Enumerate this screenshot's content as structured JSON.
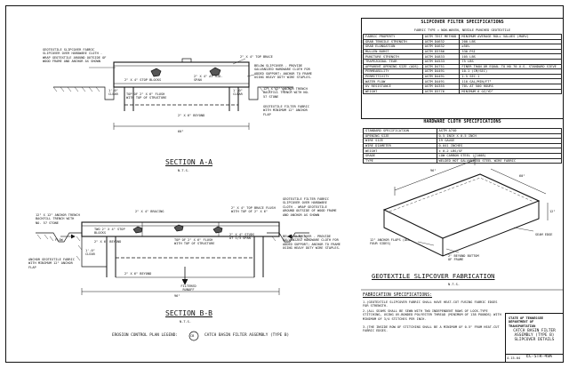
{
  "filter_specs": {
    "title": "SLIPCOVER FILTER SPECIFICATIONS",
    "subtitle": "FABRIC TYPE = NON-WOVEN, NEEDLE PUNCHED GEOTEXTILE",
    "columns": [
      "FABRIC PROPERTY",
      "ASTM TEST METHOD",
      "MINIMUM AVERAGE ROLL VALUES (MARV)"
    ],
    "rows": [
      [
        "GRAB TENSILE STRENGTH",
        "ASTM D4632",
        "200 LBS"
      ],
      [
        "GRAB ELONGATION",
        "ASTM D4632",
        "≥50%"
      ],
      [
        "MULLEN BURST",
        "ASTM D3786",
        "330 PSI"
      ],
      [
        "PUNCTURE STRENGTH",
        "ASTM D4833",
        "105 LBS"
      ],
      [
        "TRAPEZOIDAL TEAR",
        "ASTM D4533",
        "75 LBS"
      ],
      [
        "APPARENT OPENING SIZE (AOS)",
        "ASTM D4751",
        "FINER THAN OR EQUAL TO NO 70 U.S. STANDARD SIEVE"
      ],
      [
        "PERMEABILITY",
        "ASTM D4491",
        "10-1 (CM/SEC)"
      ],
      [
        "PERMITTIVITY",
        "ASTM D4491",
        "1.5 SEC-1"
      ],
      [
        "WATER FLOW",
        "ASTM D4491",
        "110 GAL/MIN/FT²"
      ],
      [
        "UV RESISTANCE",
        "ASTM D4355",
        "70% AT 500 HOURS"
      ],
      [
        "WEIGHT",
        "ASTM D3776",
        "MINIMUM 6 OZ/YD²"
      ]
    ]
  },
  "hardware_specs": {
    "title": "HARDWARE CLOTH SPECIFICATIONS",
    "rows": [
      [
        "STANDARD SPECIFICATION",
        "ASTM A740"
      ],
      [
        "OPENING SIZE",
        "0.5 INCH X 0.5 INCH"
      ],
      [
        "WIRE SIZE",
        "19 GAUGE"
      ],
      [
        "WIRE DIAMETER",
        "0.041 INCHES"
      ],
      [
        "WEIGHT",
        "± 0.2 LBS/SF"
      ],
      [
        "GRADE",
        "LOW CARBON STEEL (C1008)"
      ],
      [
        "TYPE",
        "WELDED HOT GALVANIZED STEEL WIRE FABRIC"
      ]
    ]
  },
  "section_a": {
    "title": "SECTION A-A",
    "scale": "N.T.S.",
    "labels": {
      "geotextile": "GEOTEXTILE SLIPCOVER FABRIC SLIPCOVER OVER HARDWARE CLOTH - WRAP GEOTEXTILE AROUND OUTSIDE OF WOOD FRAME AND ANCHOR AS SHOWN",
      "top_brace": "2\" X 4\" TOP BRACE",
      "stop_blocks": "2\" X 4\" STOP BLOCKS",
      "midspan": "2\" X 4\" AT MID-SPAN",
      "below_slipcover": "BELOW SLIPCOVER - PROVIDE GALVANIZED HARDWARE CLOTH FOR ADDED SUPPORT; ANCHOR TO FRAME USING HEAVY DUTY WIRE STAPLES.",
      "clear_left": "1'-0\" CLEAR",
      "clear_right": "1'-0\" CLEAR",
      "flush": "TOP OF 2\" X 6\" FLUSH WITH TOP OF STRUCTURE",
      "anchor_trench": "12\" X 12\" ANCHOR TRENCH BACKFILL TRENCH WITH NO. 57 STONE",
      "filter_fabric": "GEOTEXTILE FILTER FABRIC WITH MINIMUM 12\" ANCHOR FLAP",
      "beyond": "2\" X 6\" BEYOND",
      "dim": "60\""
    }
  },
  "section_b": {
    "title": "SECTION B-B",
    "scale": "N.T.S.",
    "labels": {
      "bracing": "2\" X 4\" BRACING",
      "top_brace": "2\" X 4\" TOP BRACE FLUSH WITH TOP OF 2\" X 6\"",
      "geotextile": "GEOTEXTILE FILTER FABRIC SLIPCOVER OVER HARDWARE CLOTH - WRAP GEOTEXTILE AROUND OUTSIDE OF WOOD FRAME AND ANCHOR AS SHOWN",
      "anchor_trench": "12\" X 12\" ANCHOR TRENCH BACKFILL TRENCH WITH NO. 57 STONE",
      "stop_blocks": "TWO 2\" X 4\" STOP BLOCKS",
      "beyond": "2\" X 6\" BEYOND",
      "flush": "TOP OF 2\" X 6\" FLUSH WITH TOP OF STRUCTURE",
      "studs": "2\" X 4\" STUDS AT 1/3 SPAN",
      "below_slipcover": "BELOW SLIPCOVER - PROVIDE GALVANIZED HARDWARE CLOTH FOR ADDED SUPPORT; ANCHOR TO FRAME USING HEAVY DUTY WIRE STAPLES.",
      "flow": "FLOW",
      "clear": "1'-0\" CLEAR",
      "anchor_flap": "ANCHOR GEOTEXTILE FABRIC WITH MINIMUM 12\" ANCHOR FLAP",
      "beyond2": "2\" X 6\" BEYOND",
      "filtered_runoff": "FILTERED RUNOFF",
      "dim": "96\""
    }
  },
  "fabrication": {
    "title": "GEOTEXTILE SLIPCOVER FABRICATION",
    "scale": "N.T.S.",
    "labels": {
      "dim_top": "96\"",
      "dim_side": "60\"",
      "seam_edge": "SEAM EDGE",
      "anchor_flaps": "12\" ANCHOR FLAPS (ALL FOUR SIDES)",
      "beyond_bottom": "2\" BEYOND BOTTOM OF FRAME",
      "dim_depth": "12\""
    }
  },
  "fabrication_specs": {
    "title": "FABRICATION SPECIFICATIONS:",
    "notes": [
      "1.)GEOTEXTILE SLIPCOVER FABRIC SHALL HAVE HEAT-CUT FUSING FABRIC EDGES FOR STRENGTH.",
      "2.)ALL SEAMS SHALL BE SEWN WITH TWO INDEPENDENT ROWS OF LOCK-TYPE STITCHING, USING UV-BONDED POLYESTER THREAD (MINIMUM OF 138 POUNDS) WITH MINIMUM OF 3/4 STITCHES PER INCH.",
      "3.)THE INSIDE ROW OF STITCHING SHALL BE A MINIMUM OF 0.5\" FROM HEAT-CUT FABRIC EDGES."
    ]
  },
  "legend": {
    "label": "EROSION CONTROL PLAN LEGEND:",
    "symbol": "CB",
    "description": "CATCH BASIN FILTER ASSEMBLY (TYPE B)"
  },
  "title_block": {
    "state": "STATE OF TENNESSEE DEPARTMENT OF TRANSPORTATION",
    "drawing_title": "CATCH BASIN FILTER ASSEMBLY (TYPE B) SLIPCOVER DETAILS",
    "date": "4-15-04",
    "sheet": "EC-STR-49A"
  }
}
